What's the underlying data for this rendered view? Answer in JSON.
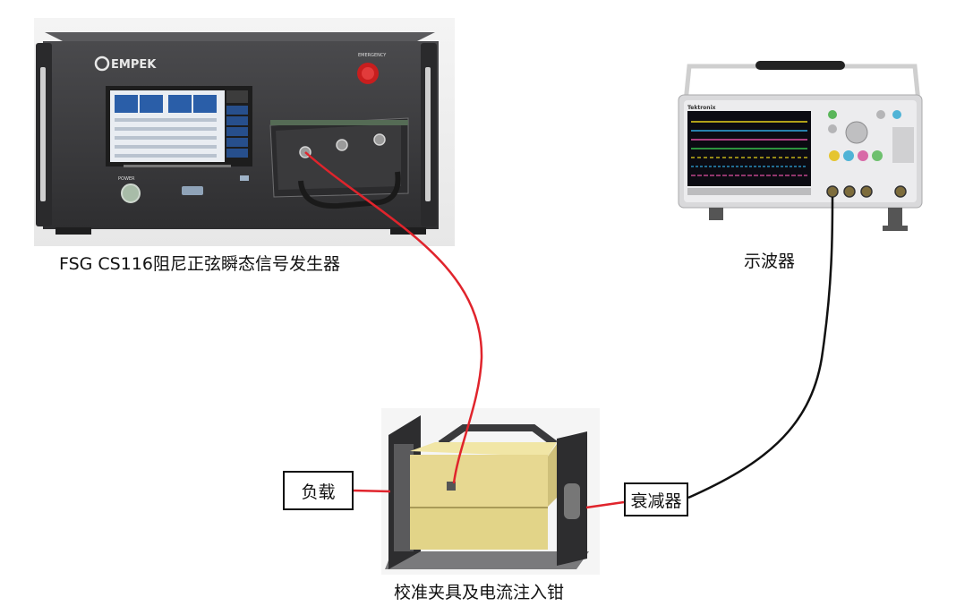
{
  "devices": {
    "generator": {
      "caption": "FSG CS116阻尼正弦瞬态信号发生器",
      "brand": "EMPEK",
      "power_label": "POWER",
      "emergency_label": "EMERGENCY"
    },
    "oscilloscope": {
      "caption": "示波器",
      "brand": "Tektronix"
    },
    "fixture": {
      "caption": "校准夹具及电流注入钳"
    }
  },
  "labels": {
    "load": "负载",
    "attenuator": "衰减器"
  },
  "colors": {
    "red_cable": "#e0242c",
    "black_cable": "#111111",
    "fixture_yellow": "#e7d891",
    "generator_body": "#3a3a3c"
  }
}
